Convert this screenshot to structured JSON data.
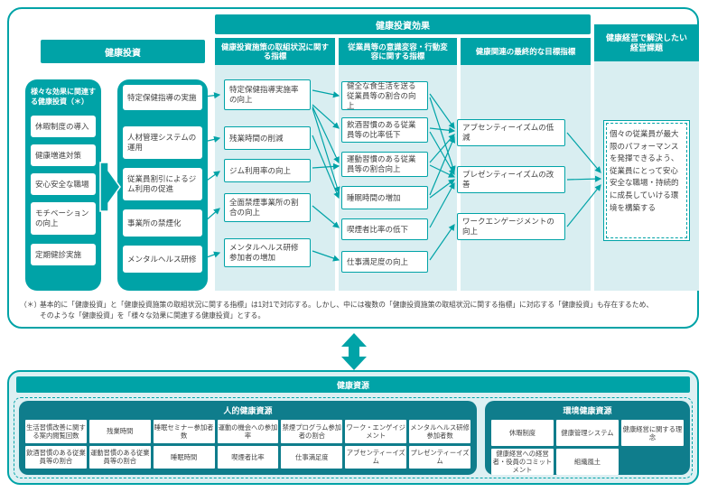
{
  "colors": {
    "teal": "#00a3a7",
    "teal_dark": "#0f7d8c",
    "light_cyan": "#d9eef1",
    "text": "#3f3f3f"
  },
  "top_panel": {
    "investment": {
      "header": "健康投資",
      "group_title": "様々な効果に関連する健康投資（＊）",
      "group_items": [
        "休暇制度の導入",
        "健康増進対策",
        "安心安全な職場",
        "モチベーションの向上",
        "定期健診実施"
      ],
      "measures": [
        "特定保健指導の実施",
        "人材管理システムの運用",
        "従業員割引によるジム利用の促進",
        "事業所の禁煙化",
        "メンタルヘルス研修"
      ]
    },
    "effects": {
      "banner": "健康投資効果",
      "col_status": {
        "header": "健康投資施策の取組状況に関する指標",
        "items": [
          "特定保健指導実施率の向上",
          "残業時間の削減",
          "ジム利用率の向上",
          "全面禁煙事業所の割合の向上",
          "メンタルヘルス研修参加者の増加"
        ]
      },
      "col_behavior": {
        "header": "従業員等の意識変容・行動変容に関する指標",
        "items": [
          "健全な食生活を送る従業員等の割合の向上",
          "飲酒習慣のある従業員等の比率低下",
          "運動習慣のある従業員等の割合向上",
          "睡眠時間の増加",
          "喫煙者比率の低下",
          "仕事満足度の向上"
        ]
      },
      "col_final": {
        "header": "健康関連の最終的な目標指標",
        "items": [
          "アブセンティーイズムの低減",
          "プレゼンティーイズムの改善",
          "ワークエンゲージメントの向上"
        ]
      }
    },
    "issues": {
      "header": "健康経営で解決したい経営課題",
      "goal": "個々の従業員が最大限のパフォーマンスを発揮できるよう、従業員にとって安心安全な職場・持続的に成長していける環境を構築する"
    },
    "footnote": {
      "marker": "（＊）",
      "line1": "基本的に「健康投資」と「健康投資施策の取組状況に関する指標」は1対1で対応する。しかし、中には複数の「健康投資施策の取組状況に関する指標」に対応する「健康投資」も存在するため、",
      "line2": "そのような「健康投資」を「様々な効果に関連する健康投資」とする。"
    }
  },
  "bottom_panel": {
    "banner": "健康資源",
    "human": {
      "header": "人的健康資源",
      "row1": [
        "生活習慣改善に関する案内閲覧回数",
        "残業時間",
        "睡眠セミナー参加者数",
        "運動の機会への参加率",
        "禁煙プログラム参加者の割合",
        "ワーク・エンゲイジメント",
        "メンタルヘルス研修参加者数"
      ],
      "row2": [
        "飲酒習慣のある従業員等の割合",
        "運動習慣のある従業員等の割合",
        "睡眠時間",
        "喫煙者比率",
        "仕事満足度",
        "アブセンティーイズム",
        "プレゼンティーイズム"
      ]
    },
    "env": {
      "header": "環境健康資源",
      "row1": [
        "休暇制度",
        "健康管理システム",
        "健康経営に関する理念"
      ],
      "row2": [
        "健康経営への経営者・役員のコミットメント",
        "組織風土"
      ]
    }
  }
}
